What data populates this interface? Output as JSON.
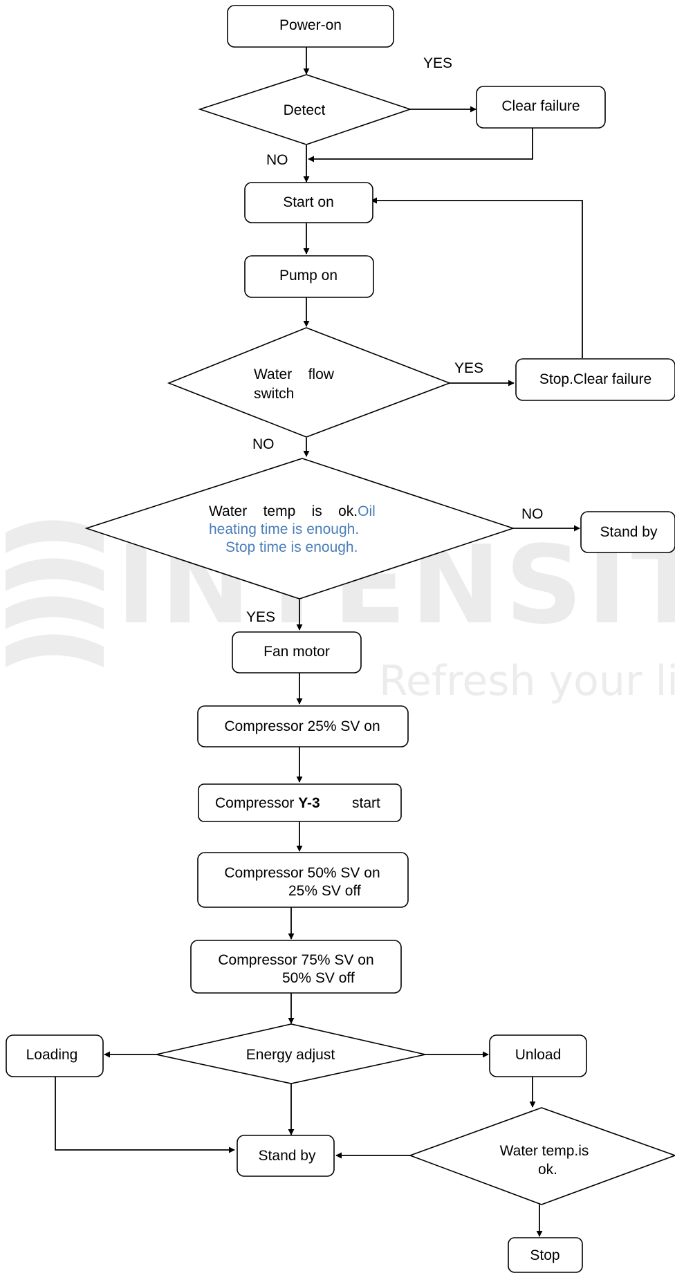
{
  "watermark": {
    "brand": "INTENSITY",
    "tagline": "Refresh your lif"
  },
  "nodes": {
    "power_on": "Power-on",
    "detect": "Detect",
    "clear_failure": "Clear failure",
    "start_on": "Start on",
    "pump_on": "Pump on",
    "water_flow_switch_line1": "Water    flow",
    "water_flow_switch_line2": "switch",
    "stop_clear_failure": "Stop.Clear failure",
    "water_temp_line1a": "Water    temp    is    ok.",
    "water_temp_line1b": "Oil",
    "water_temp_line2": "heating time is enough.",
    "water_temp_line3": "Stop time is enough.",
    "stand_by_right": "Stand by",
    "fan_motor": "Fan motor",
    "comp_25": "Compressor 25% SV on",
    "comp_y3_prefix": "Compressor ",
    "comp_y3_bold": "Y-3",
    "comp_y3_suffix": "start",
    "comp_50_line1": "Compressor 50% SV on",
    "comp_50_line2": "25% SV off",
    "comp_75_line1": "Compressor 75% SV on",
    "comp_75_line2": "50% SV off",
    "energy_adjust": "Energy adjust",
    "loading": "Loading",
    "unload": "Unload",
    "stand_by_bottom": "Stand by",
    "water_temp_ok_line1": "Water temp.is",
    "water_temp_ok_line2": "ok.",
    "stop": "Stop"
  },
  "edge_labels": {
    "detect_yes": "YES",
    "detect_no": "NO",
    "flow_yes": "YES",
    "flow_no": "NO",
    "temp_no": "NO",
    "temp_yes": "YES"
  },
  "colors": {
    "highlight_text": "#4a7eb8",
    "watermark": "#ebebeb"
  }
}
